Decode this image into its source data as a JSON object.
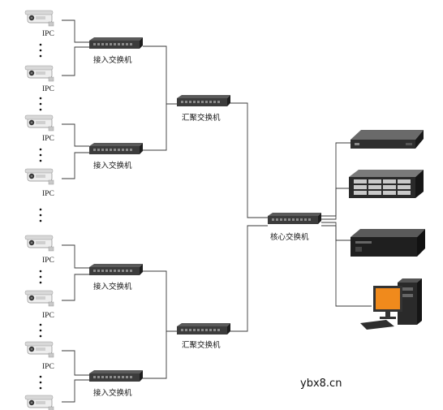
{
  "diagram": {
    "camera_label": "IPC",
    "access_switch_label": "接入交换机",
    "aggregation_switch_label": "汇聚交换机",
    "core_switch_label": "核心交换机",
    "watermark": "ybx8.cn"
  },
  "colors": {
    "wire": "#3a3a3a",
    "switch_body": "#2b2b2b",
    "camera_body": "#e9e9e9",
    "monitor_screen": "#f08a1c"
  }
}
